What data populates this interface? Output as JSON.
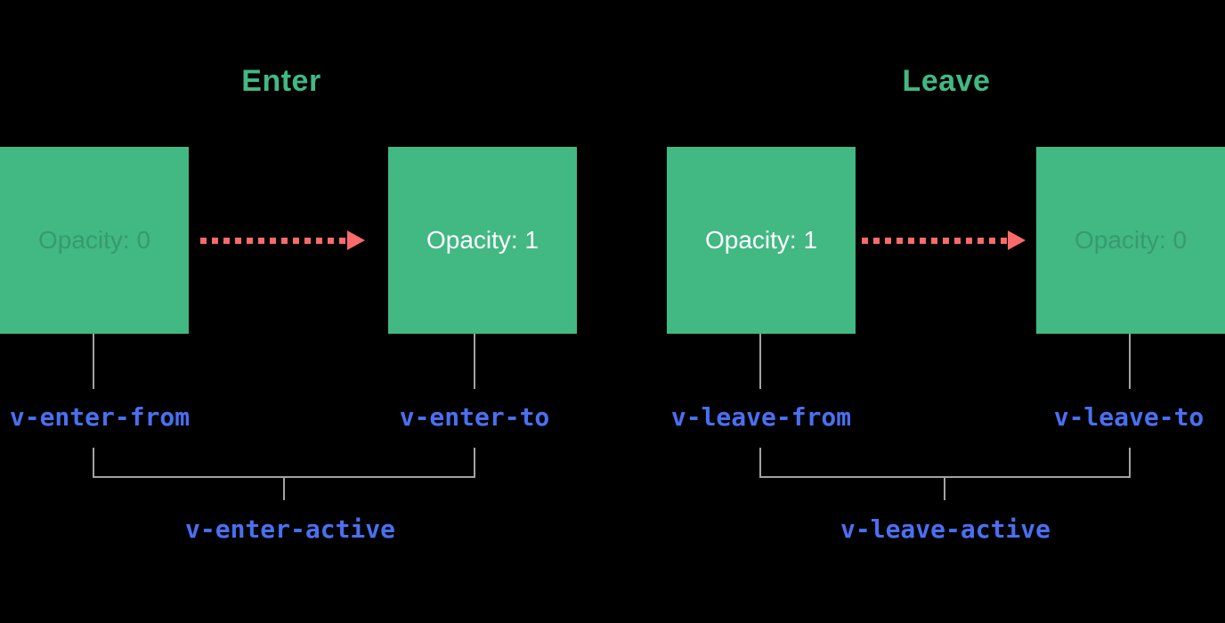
{
  "diagram": {
    "subject": "transition-class-lifecycle",
    "colors": {
      "background": "#000000",
      "box_green": "#42b883",
      "title_green": "#42b883",
      "arrow_red": "#f96b6b",
      "class_label_blue": "#4a6ff0",
      "connector_gray": "#a3a3a3",
      "state_text_white": "#ffffff"
    },
    "panels": [
      {
        "title": "Enter",
        "start_state": "Opacity: 0",
        "end_state": "Opacity: 1",
        "from_class": "v-enter-from",
        "to_class": "v-enter-to",
        "active_class": "v-enter-active"
      },
      {
        "title": "Leave",
        "start_state": "Opacity: 1",
        "end_state": "Opacity: 0",
        "from_class": "v-leave-from",
        "to_class": "v-leave-to",
        "active_class": "v-leave-active"
      }
    ]
  }
}
